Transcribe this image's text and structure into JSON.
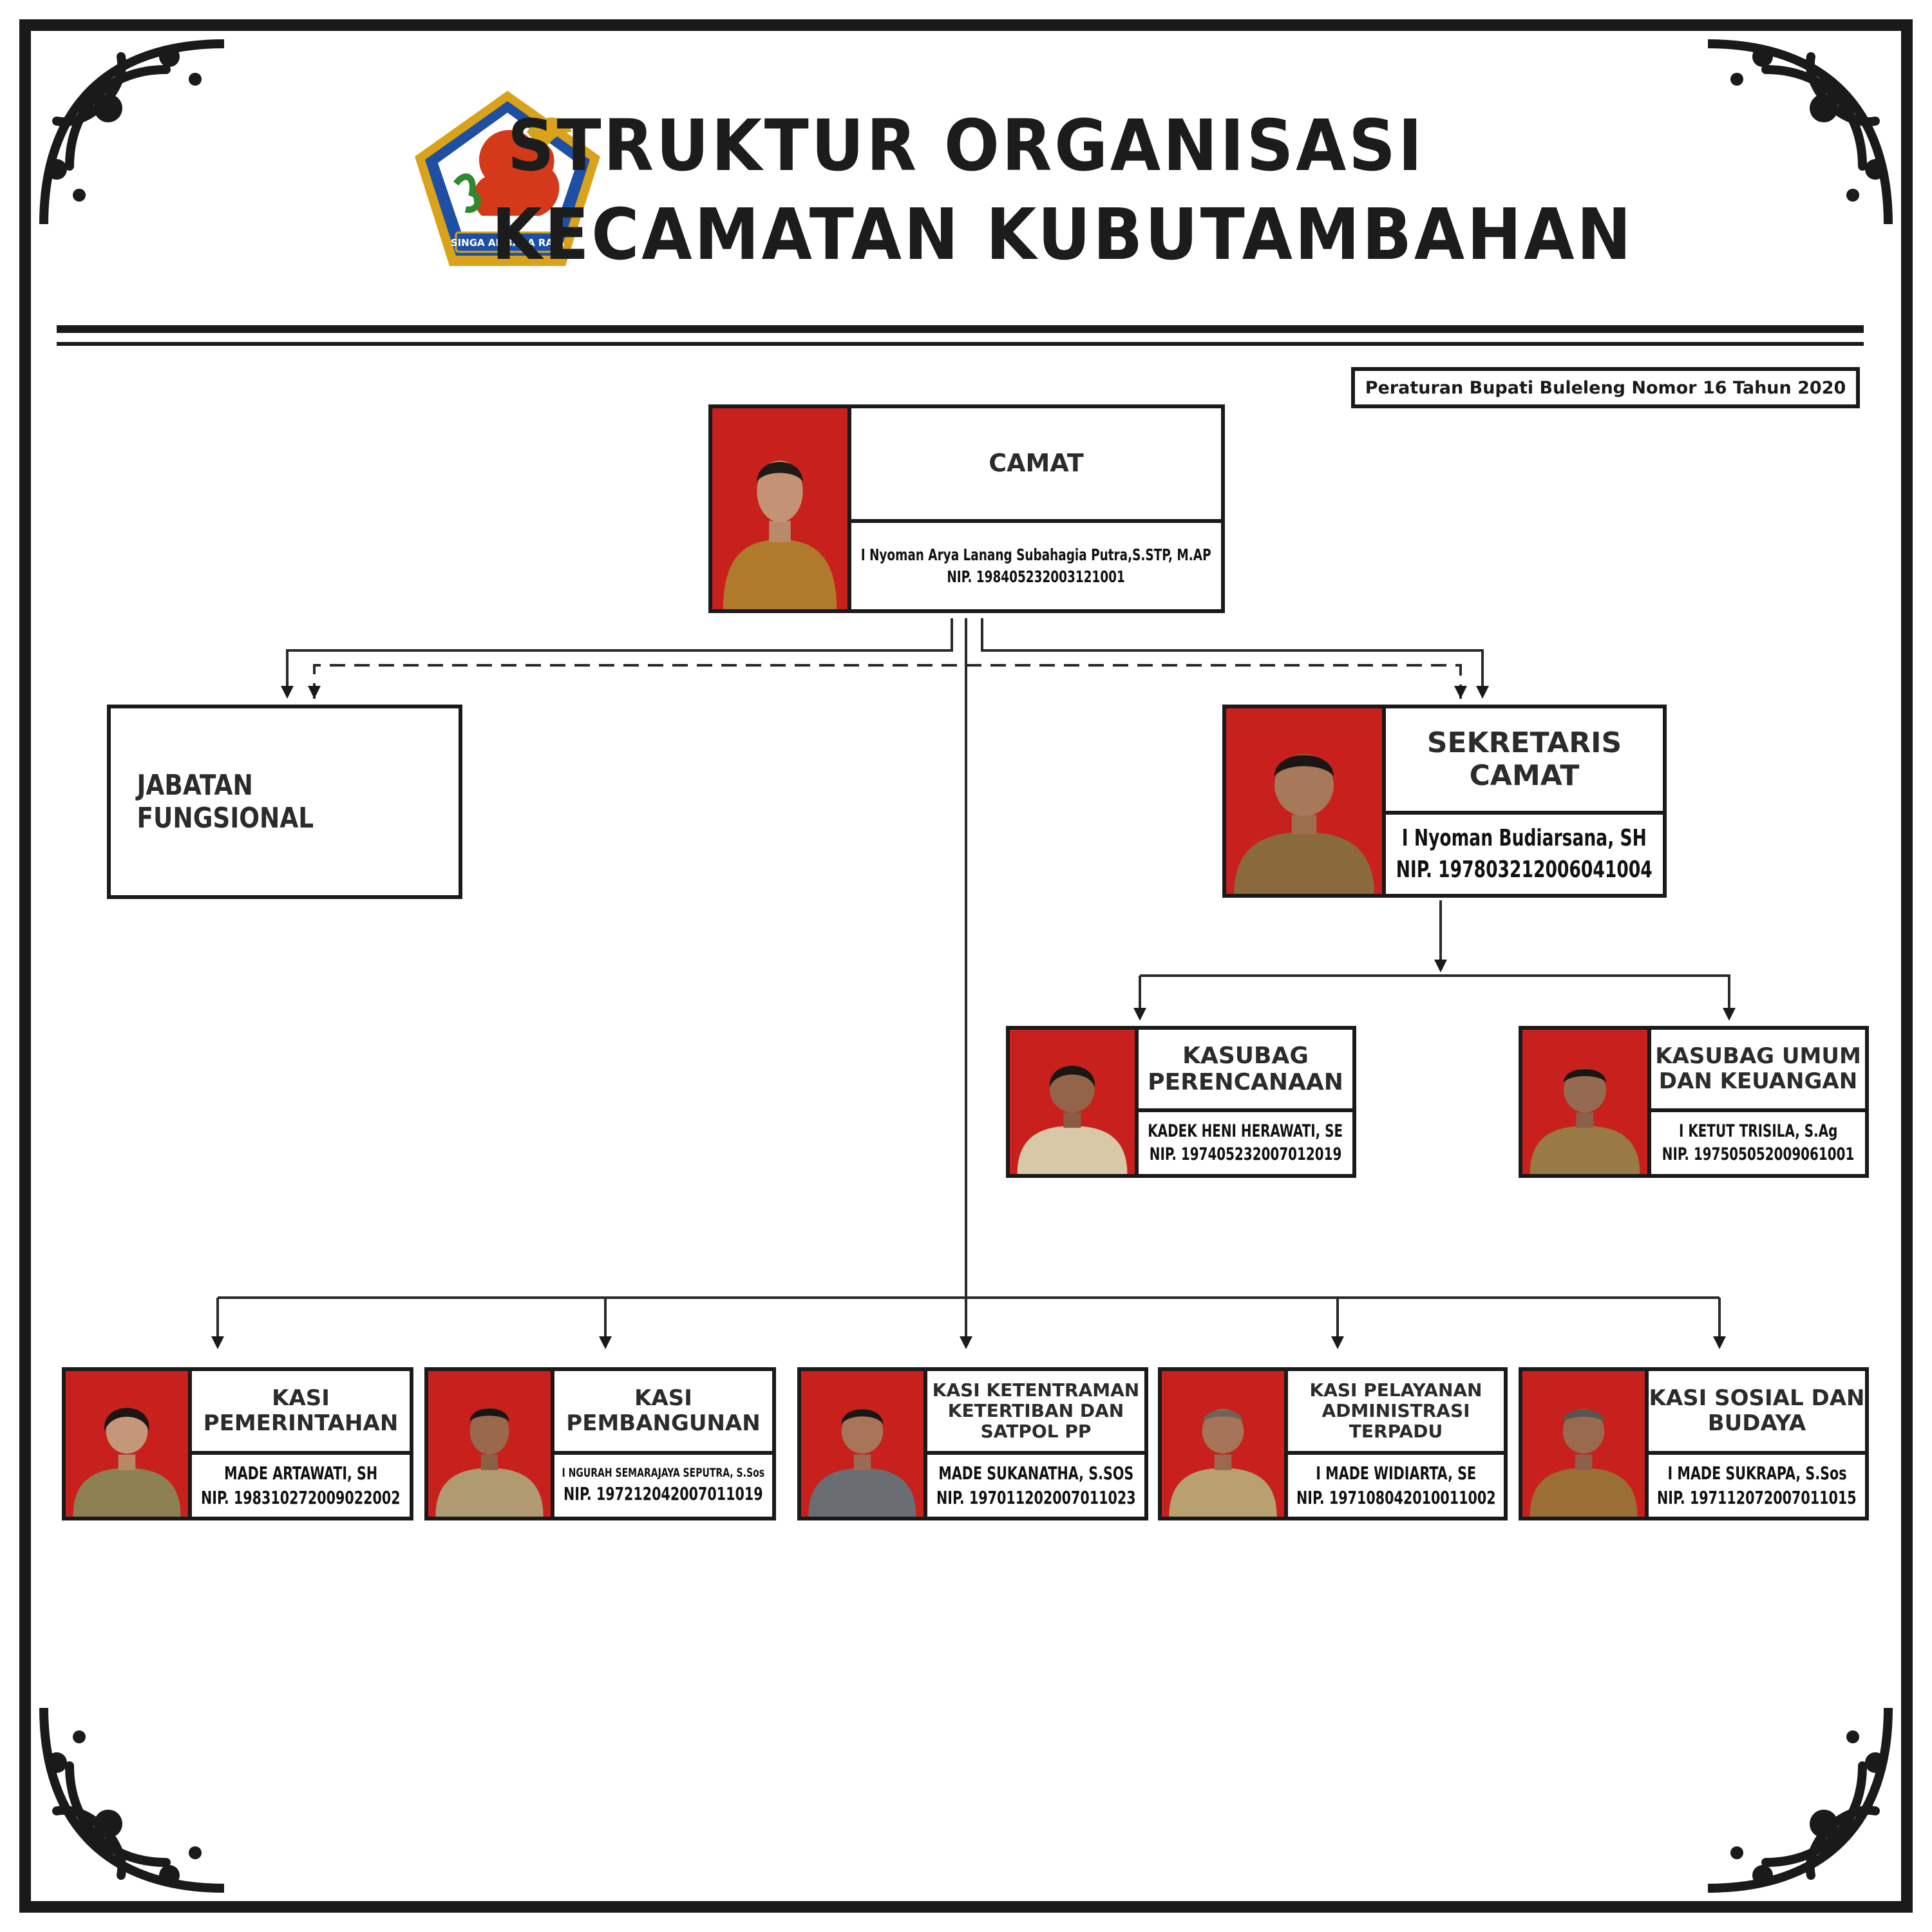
{
  "header": {
    "title_line1": "STRUKTUR ORGANISASI",
    "title_line2": "KECAMATAN KUBUTAMBAHAN",
    "logo_text": "SINGA AMBARA RAJA",
    "regulation": "Peraturan Bupati Buleleng Nomor 16 Tahun 2020"
  },
  "colors": {
    "photo_background": "#c8201c",
    "border": "#1a1a1a",
    "logo_blue": "#1e4fa5",
    "logo_gold": "#d9a21b"
  },
  "camat": {
    "title": "CAMAT",
    "name": "I Nyoman Arya Lanang Subahagia Putra,S.STP, M.AP",
    "nip": "NIP. 198405232003121001"
  },
  "fungsional": {
    "title": "JABATAN FUNGSIONAL"
  },
  "sekretaris": {
    "title": "SEKRETARIS CAMAT",
    "name": "I Nyoman Budiarsana, SH",
    "nip": "NIP. 197803212006041004"
  },
  "kasubag": [
    {
      "title": "KASUBAG PERENCANAAN",
      "name": "KADEK HENI HERAWATI, SE",
      "nip": "NIP. 197405232007012019"
    },
    {
      "title": "KASUBAG UMUM DAN KEUANGAN",
      "name": "I KETUT TRISILA, S.Ag",
      "nip": "NIP. 197505052009061001"
    }
  ],
  "kasi": [
    {
      "title": "KASI PEMERINTAHAN",
      "name": "MADE ARTAWATI, SH",
      "nip": "NIP. 198310272009022002"
    },
    {
      "title": "KASI PEMBANGUNAN",
      "name": "I NGURAH SEMARAJAYA SEPUTRA, S.Sos",
      "nip": "NIP. 197212042007011019"
    },
    {
      "title": "KASI KETENTRAMAN KETERTIBAN DAN SATPOL PP",
      "name": "MADE SUKANATHA, S.SOS",
      "nip": "NIP. 197011202007011023"
    },
    {
      "title": "KASI PELAYANAN ADMINISTRASI TERPADU",
      "name": "I MADE WIDIARTA,  SE",
      "nip": "NIP. 197108042010011002"
    },
    {
      "title": "KASI SOSIAL DAN BUDAYA",
      "name": "I MADE SUKRAPA, S.Sos",
      "nip": "NIP. 197112072007011015"
    }
  ]
}
